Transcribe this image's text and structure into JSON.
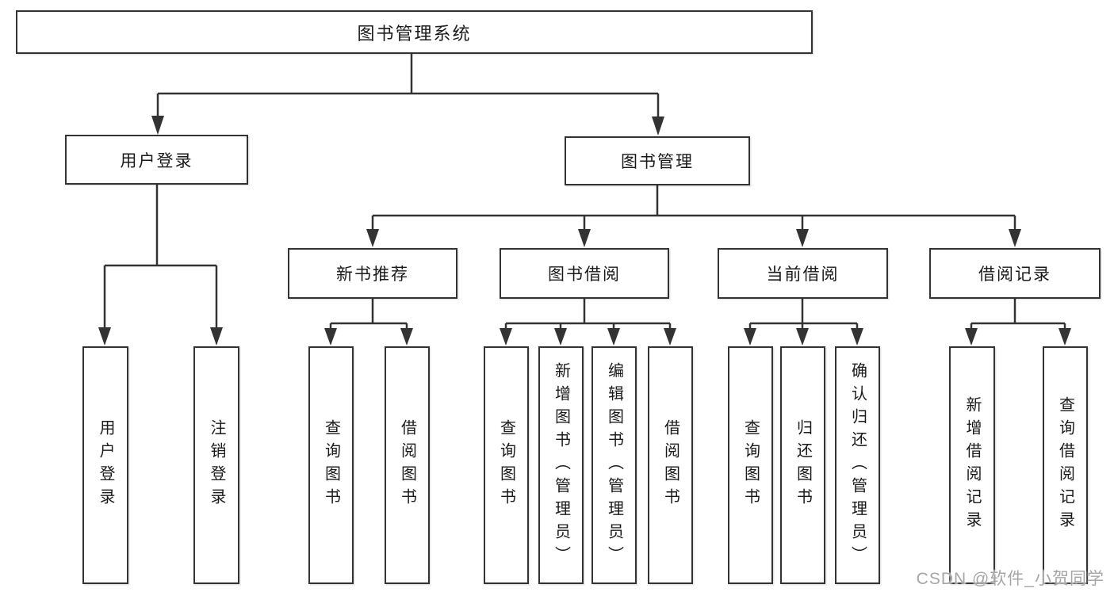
{
  "diagram_title": "图书管理系统",
  "watermark": "CSDN @软件_小贺同学",
  "colors": {
    "line": "#333333",
    "box_border": "#333333",
    "box_bg": "#ffffff",
    "text": "#1a1a1a",
    "watermark": "#a6a6a6"
  },
  "nodes": {
    "root": {
      "label": "图书管理系统"
    },
    "level2": [
      {
        "label": "用户登录"
      },
      {
        "label": "图书管理"
      }
    ],
    "level3": [
      {
        "label": "新书推荐",
        "parent": "图书管理"
      },
      {
        "label": "图书借阅",
        "parent": "图书管理"
      },
      {
        "label": "当前借阅",
        "parent": "图书管理"
      },
      {
        "label": "借阅记录",
        "parent": "图书管理"
      }
    ],
    "leaves": [
      {
        "label": "用户登录",
        "parent": "用户登录"
      },
      {
        "label": "注销登录",
        "parent": "用户登录"
      },
      {
        "label": "查询图书",
        "parent": "新书推荐"
      },
      {
        "label": "借阅图书",
        "parent": "新书推荐"
      },
      {
        "label": "查询图书",
        "parent": "图书借阅"
      },
      {
        "label": "新增图书（管理员）",
        "parent": "图书借阅"
      },
      {
        "label": "编辑图书（管理员）",
        "parent": "图书借阅"
      },
      {
        "label": "借阅图书",
        "parent": "图书借阅"
      },
      {
        "label": "查询图书",
        "parent": "当前借阅"
      },
      {
        "label": "归还图书",
        "parent": "当前借阅"
      },
      {
        "label": "确认归还（管理员）",
        "parent": "当前借阅"
      },
      {
        "label": "新增借阅记录",
        "parent": "借阅记录"
      },
      {
        "label": "查询借阅记录",
        "parent": "借阅记录"
      }
    ]
  }
}
